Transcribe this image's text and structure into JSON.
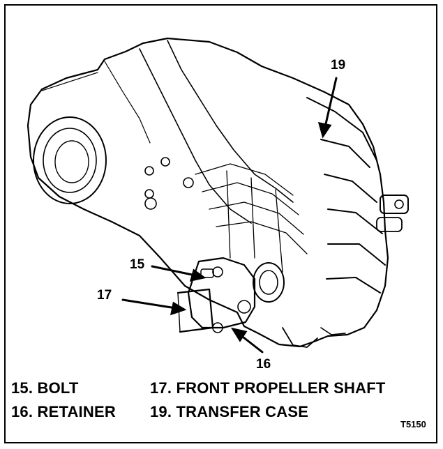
{
  "callouts": {
    "c15": "15",
    "c16": "16",
    "c17": "17",
    "c19": "19"
  },
  "legend": [
    {
      "number": "15.",
      "label": "BOLT"
    },
    {
      "number": "16.",
      "label": "RETAINER"
    },
    {
      "number": "17.",
      "label": "FRONT PROPELLER SHAFT"
    },
    {
      "number": "19.",
      "label": "TRANSFER CASE"
    }
  ],
  "legend_text": {
    "item15": "15. BOLT",
    "item16": "16. RETAINER",
    "item17": "17. FRONT PROPELLER SHAFT",
    "item19": "19. TRANSFER CASE"
  },
  "figure_id": "T5150",
  "colors": {
    "ink": "#000000",
    "paper": "#ffffff"
  }
}
